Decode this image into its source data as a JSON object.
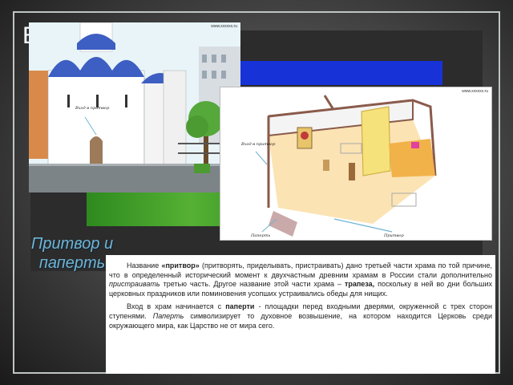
{
  "slide": {
    "title_fragment": "В",
    "caption": "Притвор и паперть",
    "accent_color": "#6fb4d4"
  },
  "photo1": {
    "watermark": "www.xxxxxx.ru",
    "label": "Вход в притвор"
  },
  "photo2": {
    "watermark": "www.xxxxxx.ru",
    "labels": {
      "entrance": "Вход в притвор",
      "porch": "Паперть",
      "narthex": "Притвор"
    }
  },
  "text": {
    "p1": {
      "intro": "Название ",
      "term": "«притвор»",
      "after_term": " (притворять, приделывать, пристраивать) дано третьей части храма по той причине, что в определенный исторический момент к двухчастным древним храмам в России стали дополнительно ",
      "verb": "пристраивать",
      "after_verb": " третью часть. Другое название этой части храма – ",
      "alt_term": "трапеза,",
      "ending": " поскольку в ней во дни больших церковных праздников или поминовения усопших устраивались обеды для нищих."
    },
    "p2": {
      "intro": "Вход в храм начинается с ",
      "term": "паперти",
      "after_term": " - площадки перед входными дверями, окруженной с трех сторон ступенями. ",
      "term_italic": "Паперть",
      "ending": " символизирует то духовное возвышение, на котором находится Церковь среди окружающего мира, как Царство не от мира сего."
    }
  },
  "icons": [
    "next-arrow-icon"
  ]
}
